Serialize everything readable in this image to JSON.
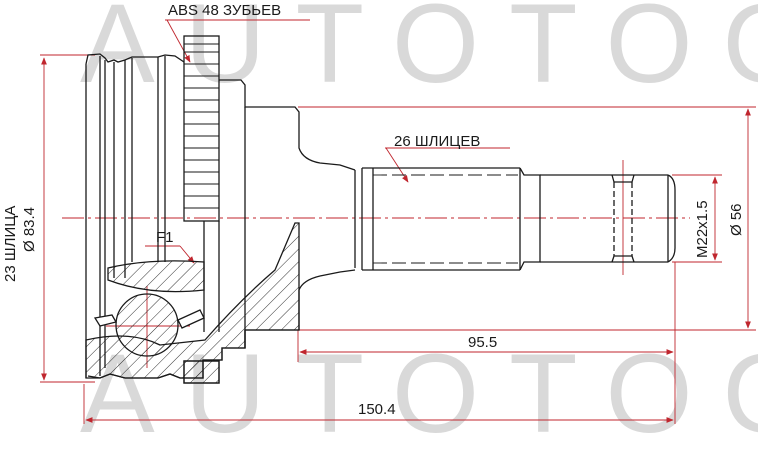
{
  "watermark": {
    "text": "AUTOTOOT",
    "color": "#d9d9d9"
  },
  "colors": {
    "outline": "#1a1a1a",
    "dimension": "#c0262e",
    "background": "#ffffff"
  },
  "drawing": {
    "subject": "CV joint (outer) technical drawing",
    "callouts": {
      "abs_teeth": "ABS 48 ЗУБЬЕВ",
      "outer_splines": "26 ШЛИЦЕВ",
      "seal_ref": "F1"
    },
    "dimensions": {
      "inner_splines": "23 ШЛИЦА",
      "outer_diameter": "Ø 83.4",
      "thread": "M22x1.5",
      "seal_diameter": "Ø 56",
      "shaft_length": "95.5",
      "total_length": "150.4"
    }
  }
}
